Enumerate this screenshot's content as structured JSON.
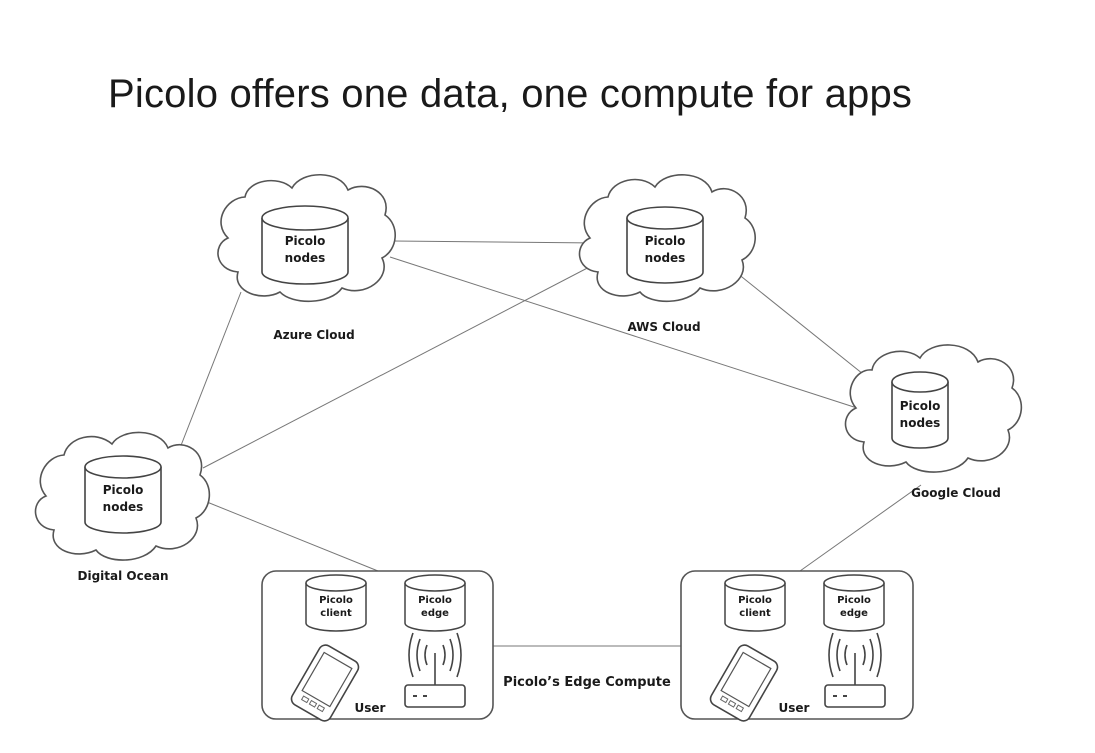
{
  "title": "Picolo offers one data, one compute for apps",
  "clouds": [
    {
      "id": "azure",
      "name": "Azure Cloud",
      "db_line1": "Picolo",
      "db_line2": "nodes"
    },
    {
      "id": "aws",
      "name": "AWS Cloud",
      "db_line1": "Picolo",
      "db_line2": "nodes"
    },
    {
      "id": "google",
      "name": "Google Cloud",
      "db_line1": "Picolo",
      "db_line2": "nodes"
    },
    {
      "id": "digitalocean",
      "name": "Digital Ocean",
      "db_line1": "Picolo",
      "db_line2": "nodes"
    }
  ],
  "edge_boxes": [
    {
      "id": "left",
      "client_line1": "Picolo",
      "client_line2": "client",
      "edge_line1": "Picolo",
      "edge_line2": "edge",
      "user_label": "User",
      "phone_icon": "smartphone-icon",
      "router_icon": "wifi-router-icon"
    },
    {
      "id": "right",
      "client_line1": "Picolo",
      "client_line2": "client",
      "edge_line1": "Picolo",
      "edge_line2": "edge",
      "user_label": "User",
      "phone_icon": "smartphone-icon",
      "router_icon": "wifi-router-icon"
    }
  ],
  "edge_compute_label": "Picolo’s Edge Compute"
}
